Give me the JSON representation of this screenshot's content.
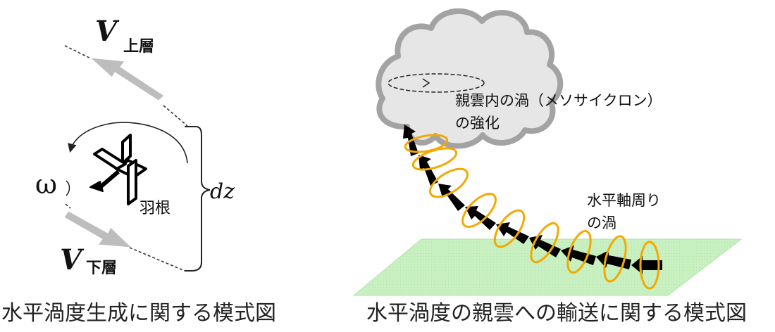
{
  "left_diagram": {
    "v_letter": "V",
    "upper_layer_sub": "上層",
    "lower_layer_sub": "下層",
    "omega_symbol": "ω",
    "blade_label": "羽根",
    "dz_label": "dz",
    "caption": "水平渦度生成に関する模式図"
  },
  "right_diagram": {
    "mesocyclone_label": [
      "親雲内の渦（メソサイクロン）",
      "の強化"
    ],
    "horizontal_vortex_label": [
      "水平軸周り",
      "の渦"
    ],
    "caption": "水平渦度の親雲への輸送に関する模式図"
  },
  "colors": {
    "arrow_gray": "#bdbdbd",
    "cloud_fill": "#e6e6e6",
    "cloud_outline": "#a0a0a0",
    "ground_fill": "#c8f0c0",
    "ring_orange": "#f2a900",
    "tube_black": "#000000"
  }
}
